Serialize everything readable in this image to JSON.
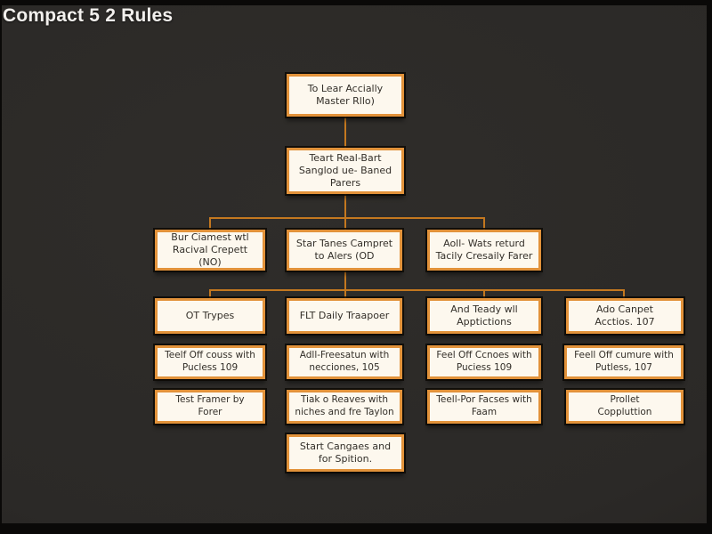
{
  "title": "Compact 5 2 Rules",
  "colors": {
    "background": "#2b2927",
    "box_fill": "#fdf8ee",
    "box_border": "#e2923a",
    "connector": "#c4781f",
    "box_text": "#332f29",
    "title_text": "#f2f0ed"
  },
  "diagram": {
    "type": "flowchart",
    "nodes": {
      "root": "To Lear Accially\nMaster Rllo)",
      "l2": "Teart Real-Bart\nSanglod ue- Baned\nParers",
      "l3_1": "Bur Ciamest wtl\nRacival Crepett (NO)",
      "l3_2": "Star Tanes Campret\nto Alers (OD",
      "l3_3": "Aoll- Wats returd\nTacily Cresaily Farer",
      "l4_1": "OT Trypes",
      "l4_2": "FLT Daily Traapoer",
      "l4_3": "And Teady wll\nApptictions",
      "l4_4": "Ado Canpet\nAcctios. 107",
      "l5_1": "Teelf Off couss with\nPucless 109",
      "l5_2": "Adll-Freesatun with\nnecciones, 105",
      "l5_3": "Feel Off Ccnoes with\nPuciess 109",
      "l5_4": "Feell Off cumure with\nPutless, 107",
      "l6_1": "Test Framer by\nForer",
      "l6_2": "Tiak o Reaves with\nniches and fre Taylon",
      "l6_3": "Teell-Por Facses with\nFaam",
      "l6_4": "Prollet\nCoppluttion",
      "l7": "Start Cangaes and\nfor Spition."
    }
  }
}
